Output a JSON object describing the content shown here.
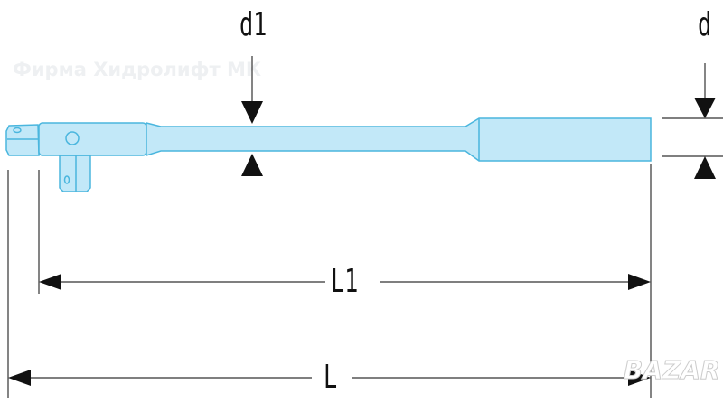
{
  "watermark": "Фирма Хидролифт МК",
  "logo": "BAZAR",
  "labels": {
    "d1": "d1",
    "d": "d",
    "L1": "L1",
    "L": "L"
  },
  "colors": {
    "fill": "#c2e8f8",
    "stroke": "#4ab6de",
    "line": "#222222"
  }
}
